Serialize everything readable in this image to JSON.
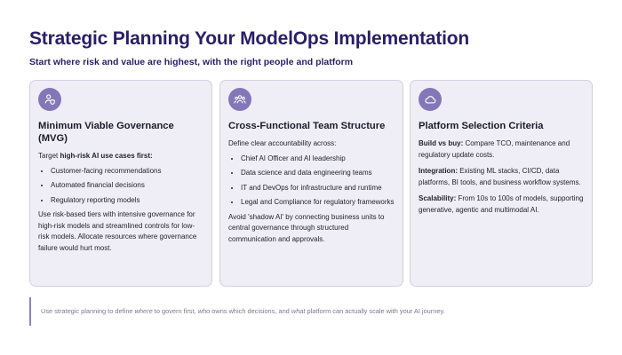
{
  "title": "Strategic Planning Your ModelOps Implementation",
  "subtitle": "Start where risk and value are highest, with the right people and platform",
  "cards": [
    {
      "icon": "person-shield-icon",
      "title": "Minimum Viable Governance (MVG)",
      "intro_prefix": "Target ",
      "intro_bold": "high-risk AI use cases first:",
      "bullets": [
        "Customer-facing recommendations",
        "Automated financial decisions",
        "Regulatory reporting models"
      ],
      "paragraph": "Use risk-based tiers with intensive governance for high-risk models and streamlined controls for low-risk models. Allocate resources where governance failure would hurt most."
    },
    {
      "icon": "team-icon",
      "title": "Cross-Functional Team Structure",
      "intro": "Define clear accountability across:",
      "bullets": [
        "Chief AI Officer and AI leadership",
        "Data science and data engineering teams",
        "IT and DevOps for infrastructure and runtime",
        "Legal and Compliance for regulatory frameworks"
      ],
      "paragraph": "Avoid 'shadow AI' by connecting business units to central governance through structured communication and approvals."
    },
    {
      "icon": "cloud-icon",
      "title": "Platform Selection Criteria",
      "items": [
        {
          "label": "Build vs buy:",
          "text": " Compare TCO, maintenance and regulatory update costs."
        },
        {
          "label": "Integration:",
          "text": " Existing ML stacks, CI/CD, data platforms, BI tools, and business workflow systems."
        },
        {
          "label": "Scalability:",
          "text": " From 10s to 100s of models, supporting generative, agentic and multimodal AI."
        }
      ]
    }
  ],
  "footer": {
    "p1": "Use strategic planning to define ",
    "em1": "where",
    "p2": " to govern first, ",
    "em2": "who",
    "p3": " owns which decisions, and ",
    "em3": "what",
    "p4": " platform can actually scale with your AI journey."
  },
  "colors": {
    "title": "#2a1f66",
    "card_bg": "#efeef6",
    "card_border": "#d2d0e2",
    "icon_bg": "#8477b8",
    "accent_bar": "#8d83bf"
  }
}
